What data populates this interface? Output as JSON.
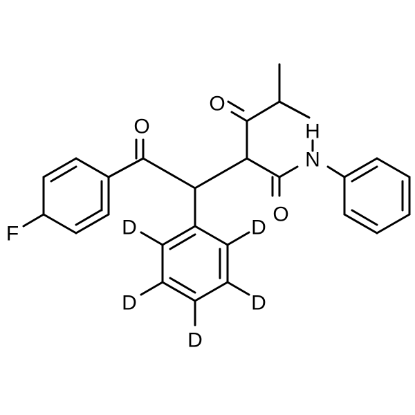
{
  "diagram": {
    "type": "chemical-structure",
    "atom_labels": {
      "carbonyl_oxygen_ketone_aryl": "O",
      "carbonyl_oxygen_ketone_isobutyryl": "O",
      "amide_oxygen": "O",
      "amide_nitrogen": "N",
      "amide_hydrogen": "H",
      "fluorine": "F",
      "deuterium_1": "D",
      "deuterium_2": "D",
      "deuterium_3": "D",
      "deuterium_4": "D",
      "deuterium_5": "D"
    }
  }
}
